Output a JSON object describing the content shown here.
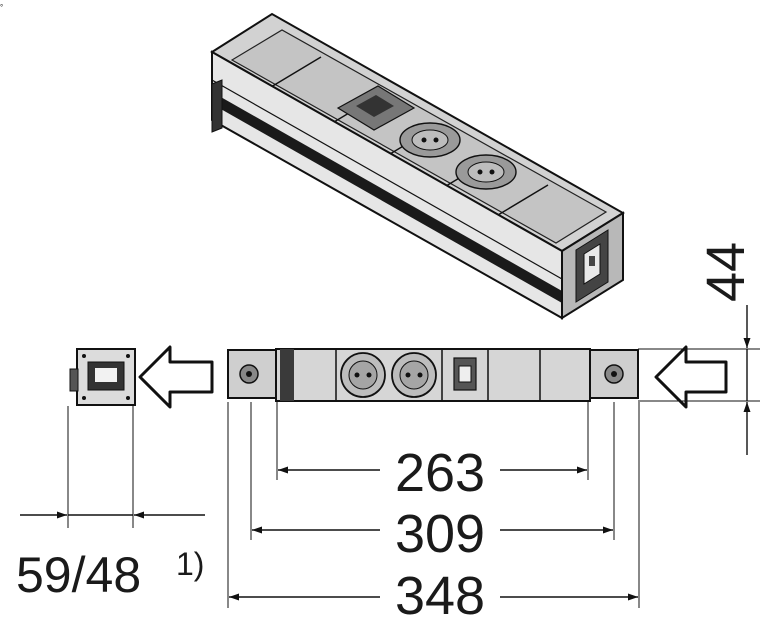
{
  "dimensions": {
    "length_inner": "263",
    "length_mid": "309",
    "length_total": "348",
    "width": "59/48",
    "width_note": "1)",
    "height": "44"
  }
}
